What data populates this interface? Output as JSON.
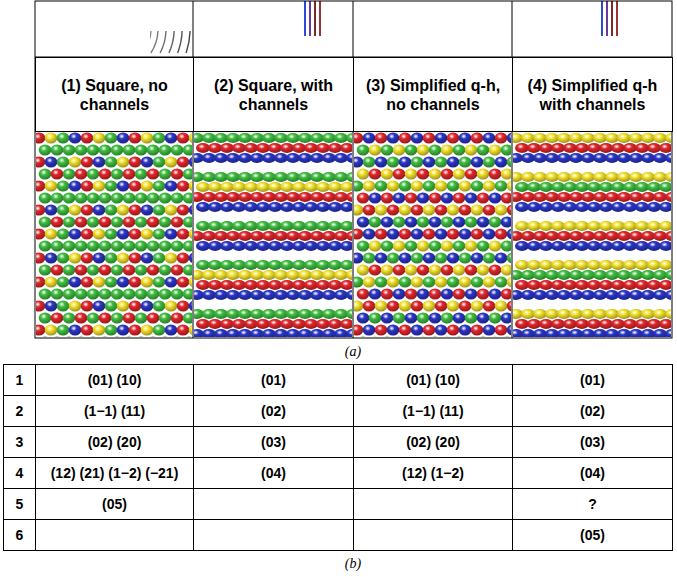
{
  "diagram": {
    "nodes": [
      {
        "text": [
          "(1) Square, no channels"
        ]
      },
      {
        "text": [
          "(2) Square, with channels"
        ]
      },
      {
        "text": [
          "(3) Simplified q-h, no channels"
        ]
      },
      {
        "text": [
          "(4) Simplified q-h with channels"
        ]
      }
    ],
    "labels": [
      "(a)",
      "1",
      "(01) (10)",
      "(01)",
      "(01) (10)",
      "(01)",
      "2",
      "(1−1) (11)",
      "(02)",
      "(1−1) (11)",
      "(02)",
      "3",
      "(02) (20)",
      "(03)",
      "(02) (20)",
      "(03)",
      "4",
      "(12) (21) (1−2) (−21)",
      "(04)",
      "(12) (1−2)",
      "(04)",
      "5",
      "(05)",
      "?",
      "6",
      "(05)",
      "(b)"
    ]
  }
}
